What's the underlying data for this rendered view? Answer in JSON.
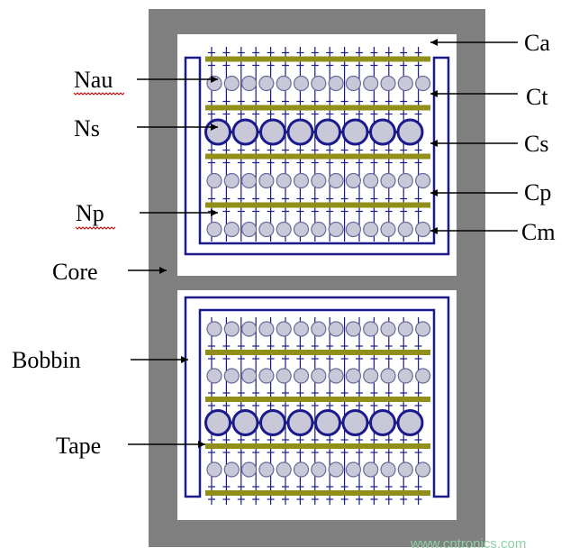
{
  "colors": {
    "core": "#808080",
    "window": "#ffffff",
    "bobbin": "#1a1a8c",
    "tape": "#8f8f1a",
    "wire_fill": "#c8c8d8",
    "wire_stroke": "#1a1a8c",
    "cap": "#1a1a8c",
    "arrow": "#000000",
    "watermark": "#8fd0a8"
  },
  "labels": {
    "ca": "Ca",
    "ct": "Ct",
    "cs": "Cs",
    "cp": "Cp",
    "cm": "Cm",
    "nau": "Nau",
    "ns": "Ns",
    "np": "Np",
    "core": "Core",
    "bobbin": "Bobbin",
    "tape": "Tape"
  },
  "watermark": "www.cntronics.com",
  "windows": {
    "top": {
      "layers": [
        "tape",
        "small",
        "tape",
        "large",
        "tape",
        "small",
        "tape",
        "small"
      ]
    },
    "bottom": {
      "layers": [
        "small",
        "tape",
        "small",
        "tape",
        "large",
        "tape",
        "small",
        "tape"
      ]
    }
  }
}
